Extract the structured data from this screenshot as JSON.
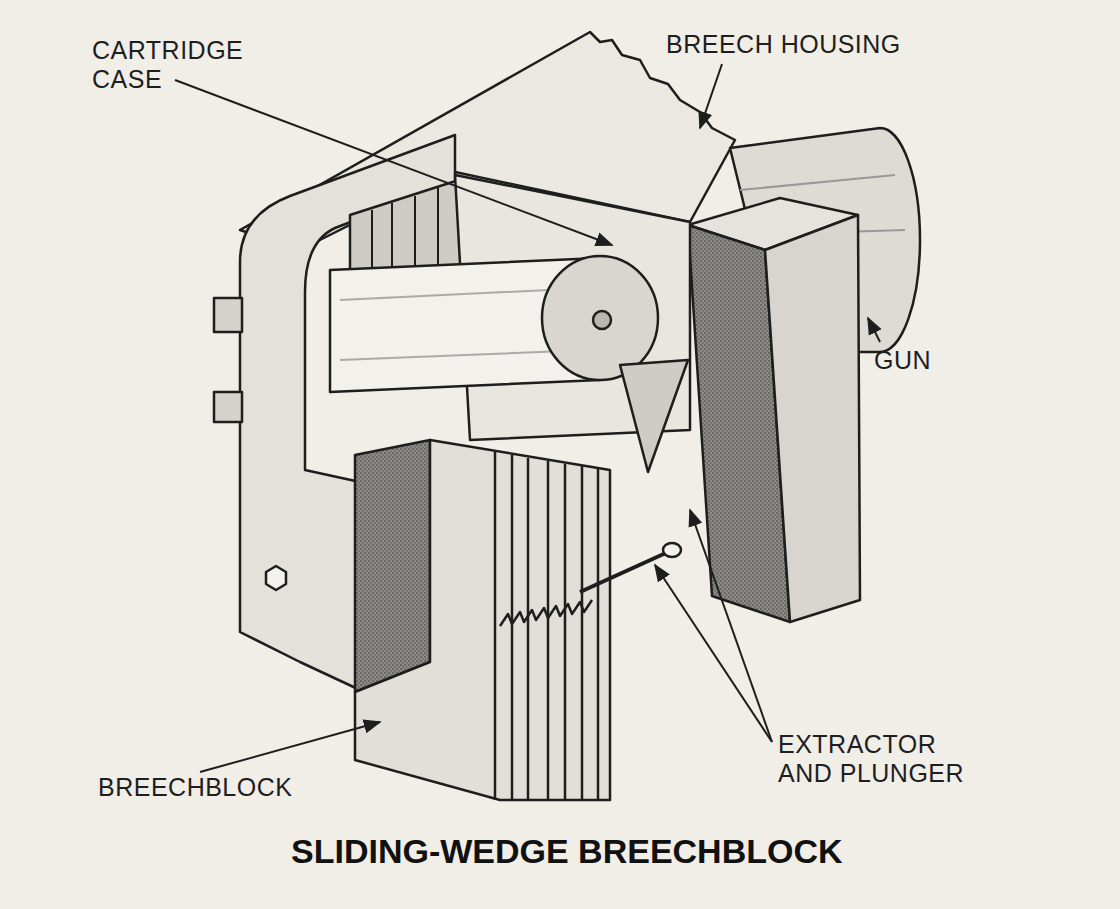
{
  "diagram": {
    "caption": "SLIDING-WEDGE BREECHBLOCK",
    "labels": [
      "CARTRIDGE CASE",
      "BREECH HOUSING",
      "GUN",
      "EXTRACTOR AND PLUNGER",
      "BREECHBLOCK"
    ]
  }
}
